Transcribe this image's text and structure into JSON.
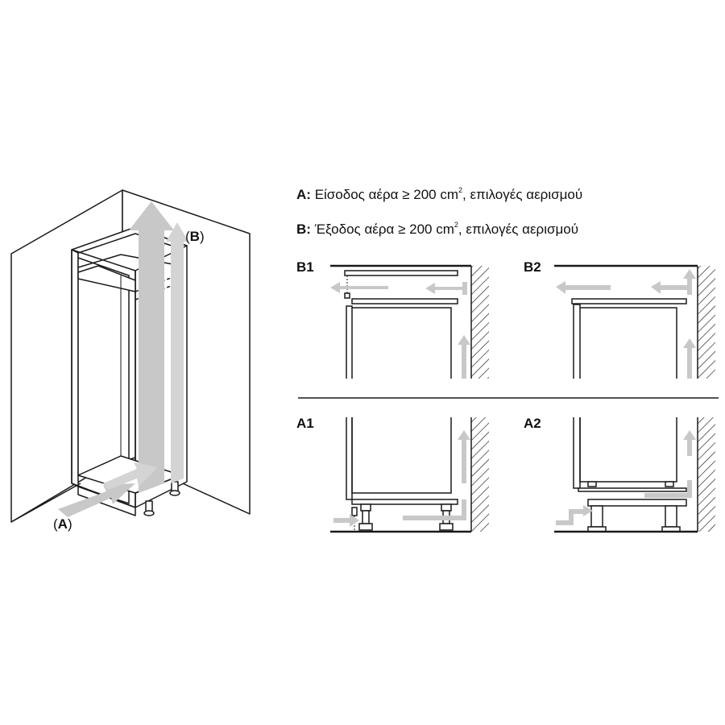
{
  "legend": {
    "a": {
      "key": "A:",
      "text_before": "Είσοδος αέρα ≥ 200 cm",
      "sup": "2",
      "text_after": ", επιλογές αερισμού"
    },
    "b": {
      "key": "B:",
      "text_before": "Έξοδος αέρα ≥ 200 cm",
      "sup": "2",
      "text_after": ", επιλογές αερισμού"
    }
  },
  "cabinet": {
    "label_b": {
      "open": "(",
      "key": "B",
      "close": ")"
    },
    "label_a": {
      "open": "(",
      "key": "A",
      "close": ")"
    }
  },
  "panels": {
    "b1": "B1",
    "b2": "B2",
    "a1": "A1",
    "a2": "A2"
  },
  "colors": {
    "line": "#1a1a1a",
    "arrow": "#c8c8c8",
    "arrow_dark": "#b0b0b0"
  }
}
